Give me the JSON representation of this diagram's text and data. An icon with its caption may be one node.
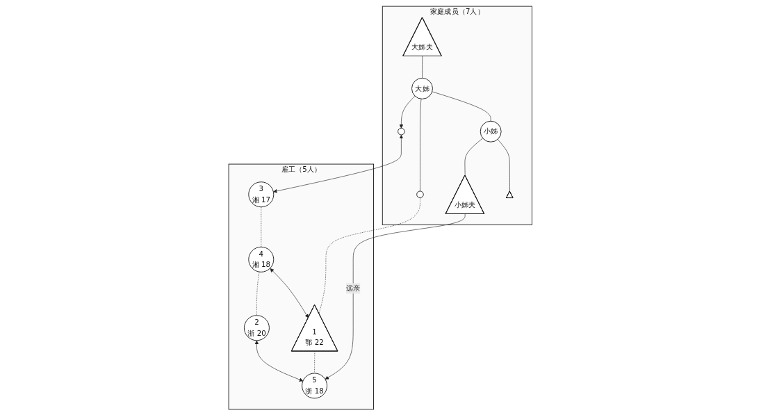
{
  "diagram": {
    "nodes": [
      {
        "text": [
          "家庭成员（7人）"
        ]
      },
      {
        "text": [
          "大姊夫"
        ],
        "in": 0
      },
      {
        "text": [
          "大姊"
        ],
        "in": 0
      },
      {
        "text": [
          "小姊"
        ],
        "in": 0
      },
      {
        "text": [
          "小姊夫"
        ],
        "in": 0
      },
      {
        "text": [],
        "shape": "circle",
        "in": 0
      },
      {
        "text": [],
        "shape": "circle",
        "in": 0
      },
      {
        "text": [],
        "shape": "triangle",
        "in": 0
      },
      {
        "text": [
          "雇工（5人）"
        ]
      },
      {
        "text": [
          "1",
          "鄂 22"
        ],
        "in": 8
      },
      {
        "text": [
          "3",
          "湘 17"
        ],
        "in": 8
      },
      {
        "text": [
          "4",
          "湘 18"
        ],
        "in": 8
      },
      {
        "text": [
          "2",
          "浙 20"
        ],
        "in": 8
      },
      {
        "text": [
          "5",
          "浙 18"
        ],
        "in": 8
      }
    ],
    "edges": [
      {
        "from": 2,
        "to": 3,
        "arrow": "none"
      },
      {
        "from": 1,
        "to": 2,
        "arrow": "none"
      },
      {
        "from": 2,
        "to": 5,
        "arrow": "to"
      },
      {
        "from": 2,
        "to": 6,
        "arrow": "none"
      },
      {
        "from": 3,
        "to": 4,
        "arrow": "none"
      },
      {
        "from": 3,
        "to": 7,
        "arrow": "none"
      },
      {
        "from": 4,
        "to": 13,
        "arrow": "to",
        "label": "远亲"
      },
      {
        "from": 5,
        "to": 10,
        "arrow": "both"
      },
      {
        "from": 6,
        "to": 9,
        "arrow": "none",
        "style": "dashed"
      },
      {
        "from": 10,
        "to": 11,
        "arrow": "none",
        "style": "dashed"
      },
      {
        "from": 11,
        "to": 9,
        "arrow": "both"
      },
      {
        "from": 9,
        "to": 13,
        "arrow": "none",
        "style": "dashed"
      },
      {
        "from": 11,
        "to": 12,
        "arrow": "none",
        "style": "dashed"
      },
      {
        "from": 12,
        "to": 13,
        "arrow": "both"
      }
    ]
  }
}
